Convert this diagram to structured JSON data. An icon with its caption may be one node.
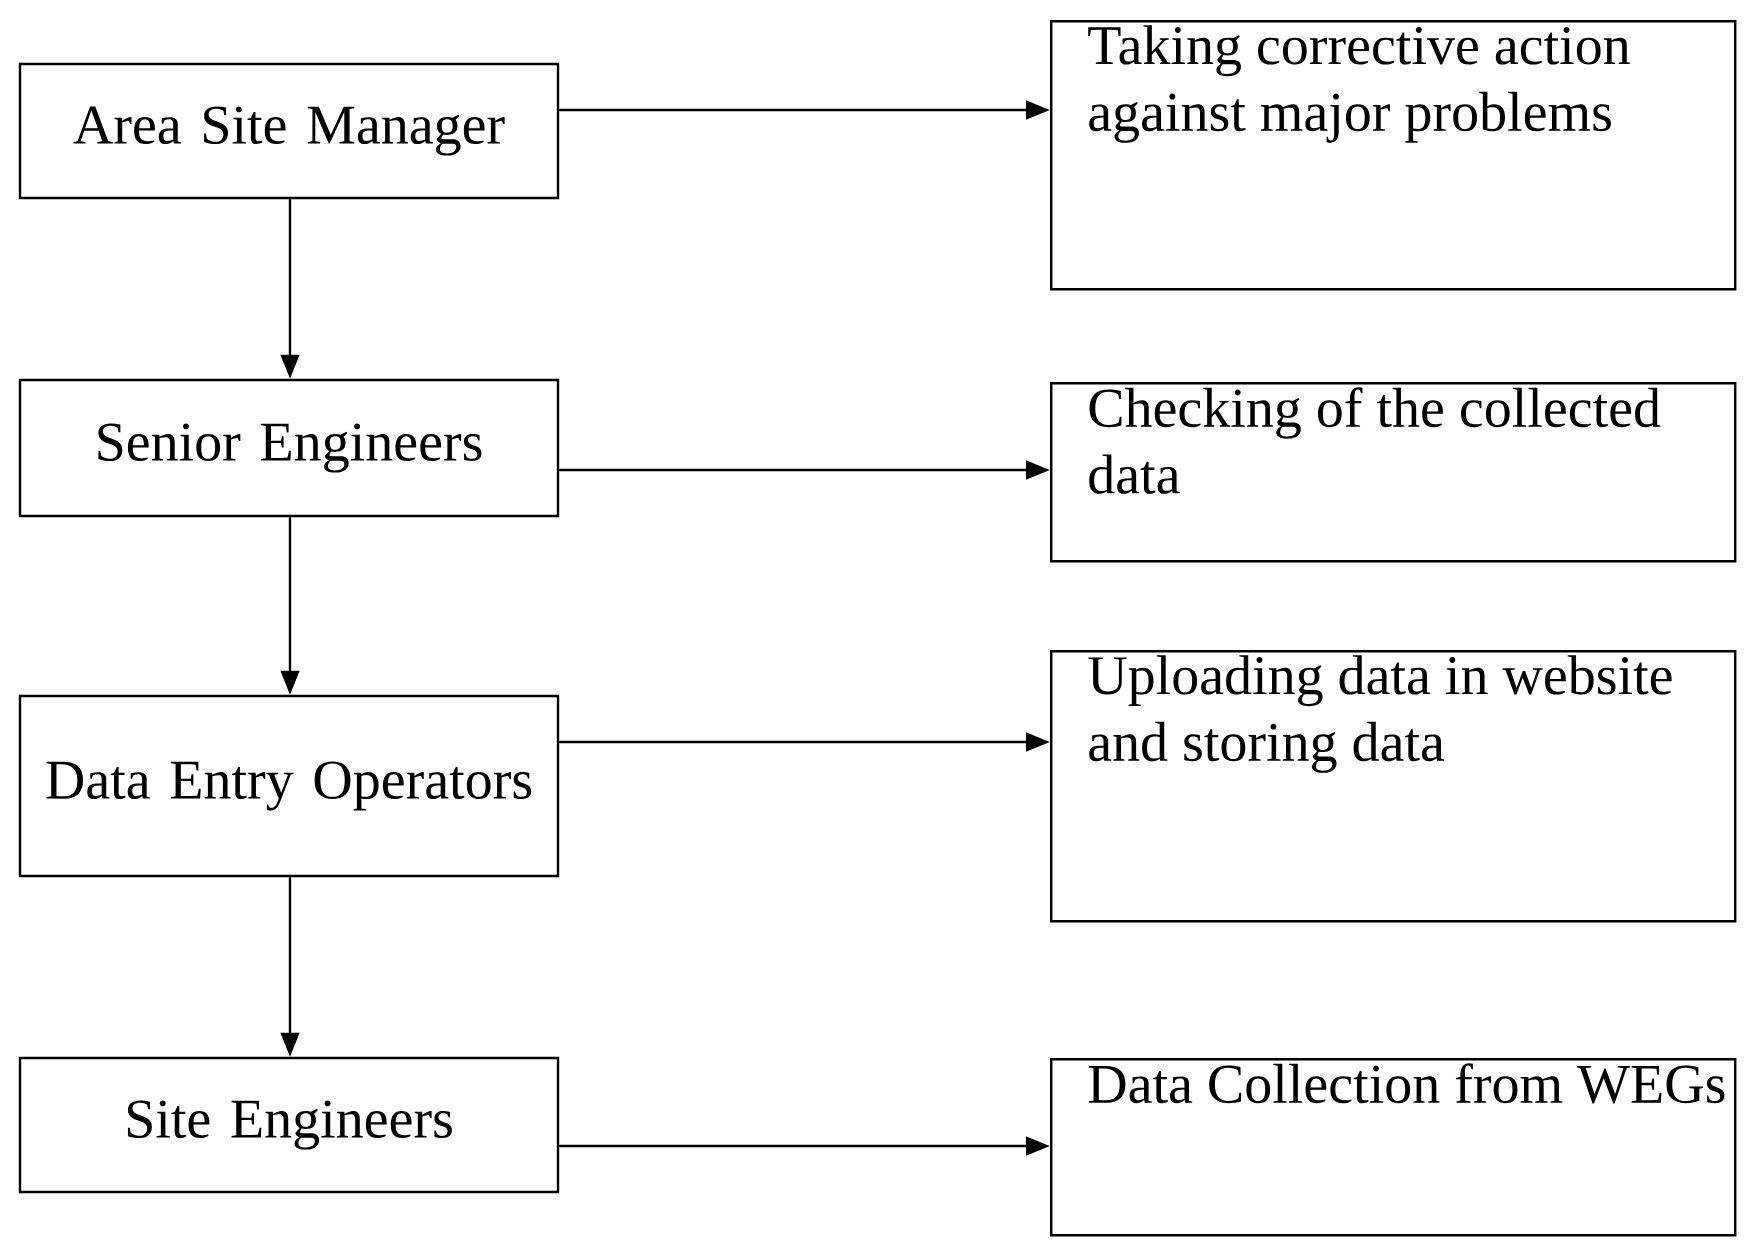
{
  "diagram": {
    "nodes": [
      {
        "text": [
          "Area Site Manager"
        ]
      },
      {
        "text": [
          "Taking corrective action against major problems"
        ]
      },
      {
        "text": [
          "Senior Engineers"
        ]
      },
      {
        "text": [
          "Checking of the collected data"
        ]
      },
      {
        "text": [
          "Data Entry Operators"
        ]
      },
      {
        "text": [
          "Uploading data in website and storing data"
        ]
      },
      {
        "text": [
          "Site Engineers"
        ]
      },
      {
        "text": [
          "Data Collection from WEGs"
        ]
      }
    ],
    "edges": [
      {
        "from": 0,
        "to": 1,
        "arrow": "to"
      },
      {
        "from": 0,
        "to": 2,
        "arrow": "to"
      },
      {
        "from": 2,
        "to": 3,
        "arrow": "to"
      },
      {
        "from": 2,
        "to": 4,
        "arrow": "to"
      },
      {
        "from": 4,
        "to": 5,
        "arrow": "to"
      },
      {
        "from": 4,
        "to": 6,
        "arrow": "to"
      },
      {
        "from": 6,
        "to": 7,
        "arrow": "to"
      }
    ]
  }
}
